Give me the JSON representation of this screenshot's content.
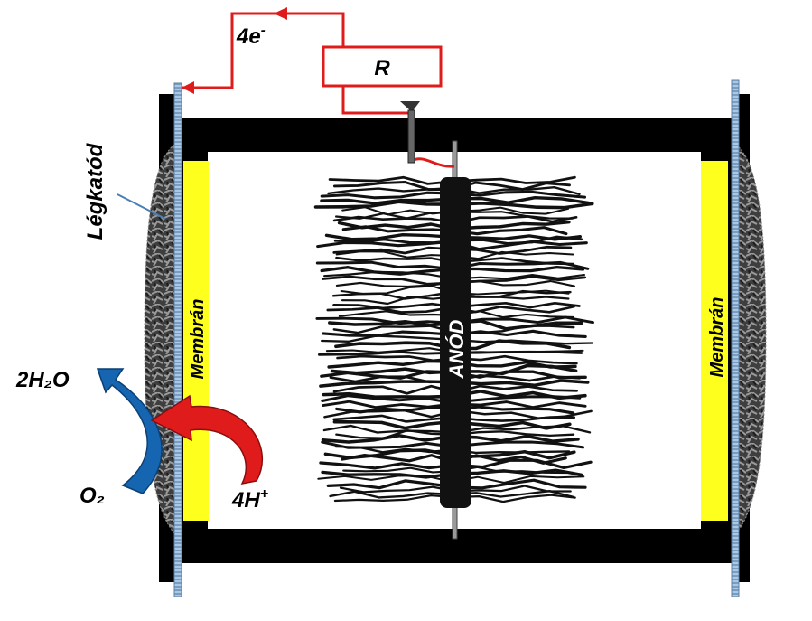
{
  "labels": {
    "electrons": "4e",
    "electrons_sup": "-",
    "resistor": "R",
    "cathode": "Légkatód",
    "membrane_left": "Membrán",
    "membrane_right": "Membrán",
    "anode": "ANÓD",
    "water": "2H₂O",
    "oxygen": "O₂",
    "protons": "4H",
    "protons_sup": "+"
  },
  "colors": {
    "circuit_wire": "#e01b1b",
    "membrane": "#ffff1e",
    "frame": "#000000",
    "cathode_mesh": "#5a5a5a",
    "current_collector": "#a8c8e6",
    "water_arrow": "#1565b0",
    "proton_arrow": "#e01b1b"
  }
}
